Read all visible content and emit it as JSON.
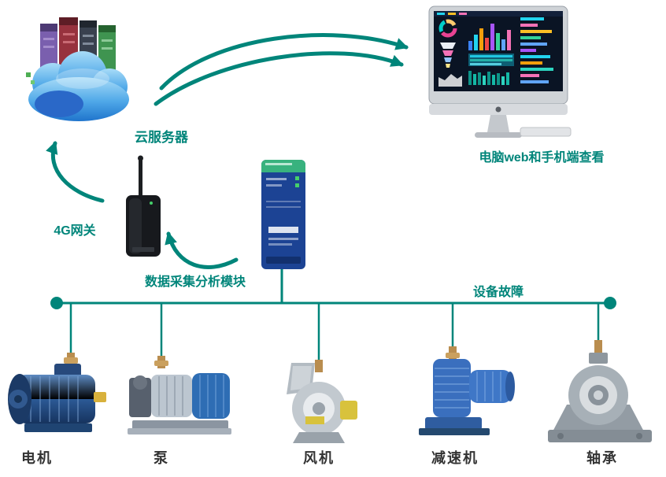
{
  "colors": {
    "accent": "#00857a",
    "device_label": "#333333"
  },
  "labels": {
    "cloud_server": "云服务器",
    "viewer": "电脑web和手机端查看",
    "gateway_4g": "4G网关",
    "data_module": "数据采集分析模块",
    "device_fault": "设备故障"
  },
  "devices": [
    {
      "name": "电机"
    },
    {
      "name": "泵"
    },
    {
      "name": "风机"
    },
    {
      "name": "减速机"
    },
    {
      "name": "轴承"
    }
  ]
}
